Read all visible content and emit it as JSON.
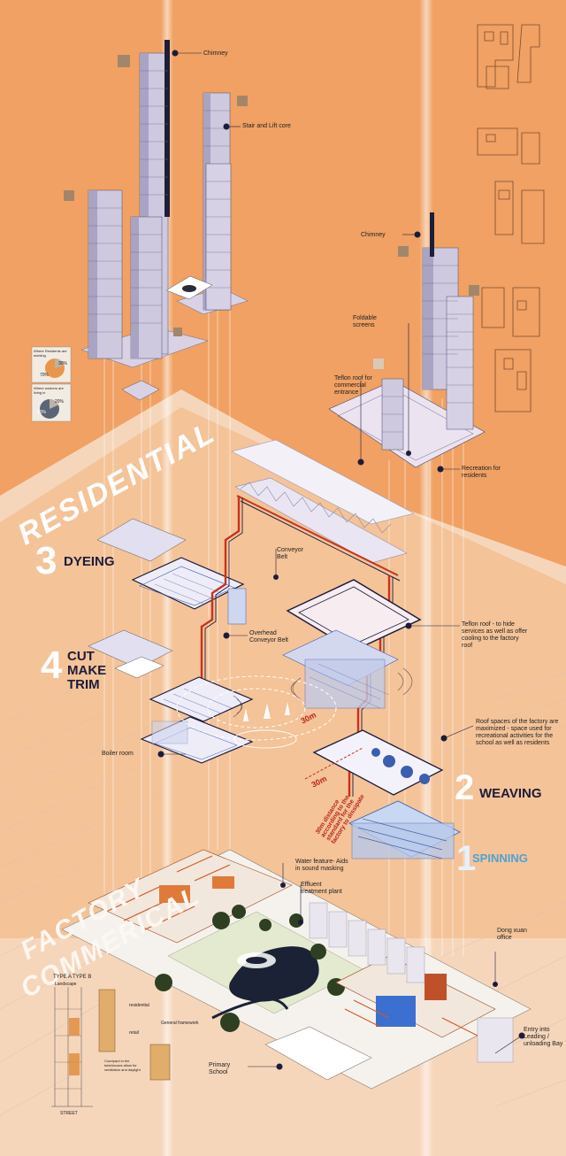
{
  "sections": {
    "residential": "RESIDENTIAL",
    "factory": "FACTORY",
    "commercial": "COMMERICAL"
  },
  "stages": [
    {
      "num": "3",
      "word": "DYEING"
    },
    {
      "num": "4",
      "word": "CUT"
    },
    {
      "word": "MAKE"
    },
    {
      "word": "TRIM"
    },
    {
      "num": "2",
      "word": "WEAVING"
    },
    {
      "num": "1",
      "word": "SPINNING"
    }
  ],
  "annotations": {
    "chimney_left": "Chimney",
    "stair_lift": "Stair and Lift core",
    "chimney_right": "Chimney",
    "foldable_screens": "Foldable screens",
    "teflon_commercial": "Teflon roof for commercial entrance",
    "recreation": "Recreation for residents",
    "conveyor_belt": "Conveyor Belt",
    "overhead_conveyor": "Overhead Conveyor Belt",
    "teflon_roof": "Teflon roof - to hide services as well as offer cooling to the factory roof",
    "roof_spaces": "Roof spaces of the factory are maximized - space used for recreational activities for the school as well as residents",
    "boiler_room": "Boiler room",
    "distance_30m_a": "30m",
    "distance_30m_b": "30m",
    "distance_note": "30m distance according to the standard for the factory to dissipate",
    "water_feature": "Water feature- Aids in sound masking",
    "effluent_plant": "Effluent treatment plant",
    "dong_xuan": "Dong xuan office",
    "primary_school": "Primary School",
    "entry_loading": "Entry into Leading / unloading Bay"
  },
  "pie_cards": [
    {
      "title": "Where Residents are working",
      "percent": "70%",
      "other": "30%"
    },
    {
      "title": "Where workers are living in",
      "percent": "80%",
      "other": "20%"
    }
  ],
  "type_legend": {
    "type_a": "TYPE A",
    "type_b": "TYPE B",
    "landscape": "Landscape",
    "residential": "residential",
    "retail": "retail",
    "general_framework": "General framework",
    "courtyard_note": "Courtyard in the tubehouses allow for ventilation and daylight",
    "street": "STREET"
  },
  "colors": {
    "orange_bg": "#f0a163",
    "light_bg": "#f7dcc4",
    "navy": "#1c1c3a",
    "conveyor_red": "#c8321e",
    "spinning_blue": "#4da3d6"
  }
}
